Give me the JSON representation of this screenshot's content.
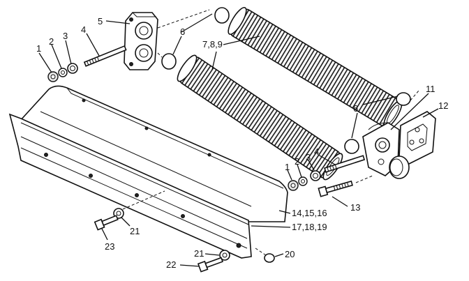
{
  "callouts": {
    "c1a": "1",
    "c2a": "2",
    "c3a": "3",
    "c4a": "4",
    "c5": "5",
    "c6a": "6",
    "c789": "7,8,9",
    "c6b": "6",
    "c11": "11",
    "c12": "12",
    "c1b": "1",
    "c2b": "2",
    "c3b": "3",
    "c4b": "4",
    "c13": "13",
    "c141516": "14,15,16",
    "c171819": "17,18,19",
    "c20": "20",
    "c21a": "21",
    "c21b": "21",
    "c22": "22",
    "c23": "23"
  }
}
